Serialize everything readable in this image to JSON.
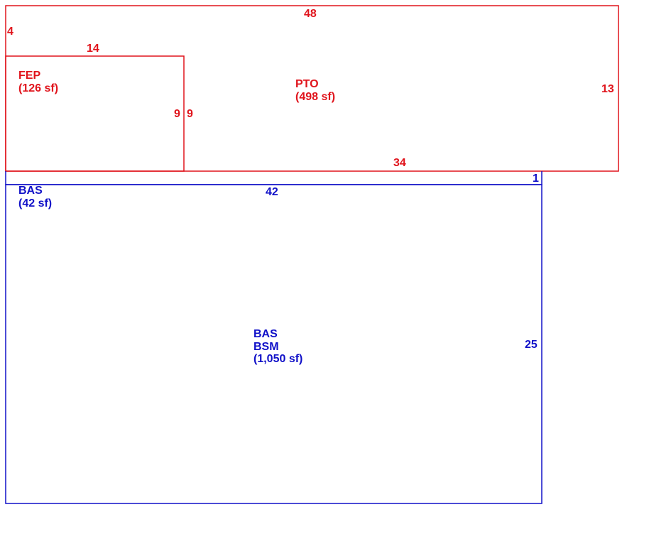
{
  "colors": {
    "porch": "#e0141c",
    "living": "#1010c8",
    "background": "#ffffff"
  },
  "areas": {
    "pto": {
      "code": "PTO",
      "area": "(498 sf)"
    },
    "fep": {
      "code": "FEP",
      "area": "(126 sf)"
    },
    "bas_strip": {
      "code": "BAS",
      "area": "(42 sf)"
    },
    "bas_main": {
      "code": "BAS",
      "sub": "BSM",
      "area": "(1,050 sf)"
    }
  },
  "dimensions": {
    "pto_top": "48",
    "pto_left": "4",
    "pto_right": "13",
    "pto_bottom": "34",
    "fep_top": "14",
    "fep_right": "9",
    "pto_inner_left": "9",
    "strip_right": "1",
    "bas_top": "42",
    "bas_right": "25"
  }
}
